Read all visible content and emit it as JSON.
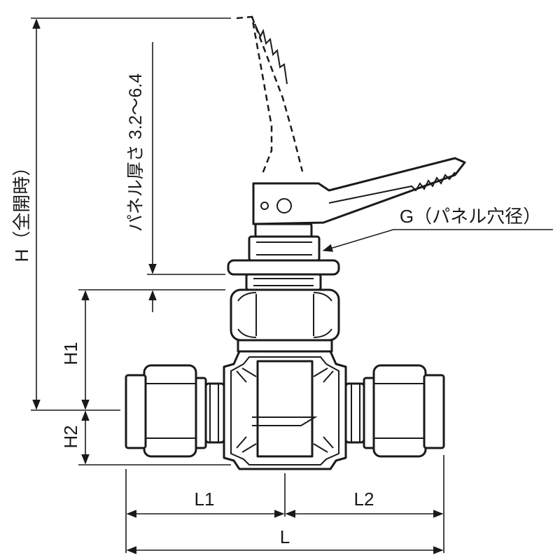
{
  "labels": {
    "H": "H（全開時）",
    "panel": "パネル厚さ 3.2～6.4",
    "G": "G（パネル穴径）",
    "H1": "H1",
    "H2": "H2",
    "L1": "L1",
    "L2": "L2",
    "L": "L"
  },
  "colors": {
    "line": "#1a1a1a",
    "fill": "#ffffff"
  }
}
